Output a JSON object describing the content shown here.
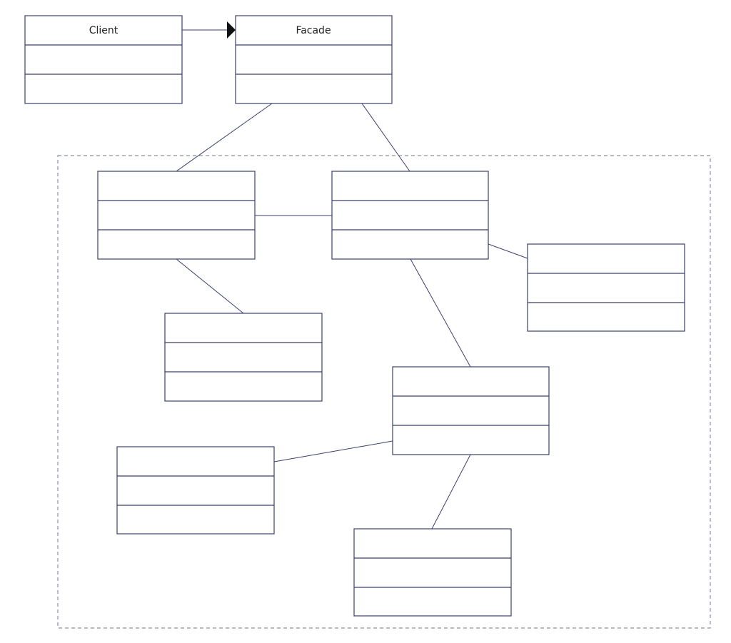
{
  "diagram": {
    "classes": [
      {
        "id": "client",
        "name": "Client"
      },
      {
        "id": "facade",
        "name": "Facade"
      },
      {
        "id": "s1",
        "name": ""
      },
      {
        "id": "s2",
        "name": ""
      },
      {
        "id": "s3",
        "name": ""
      },
      {
        "id": "s4",
        "name": ""
      },
      {
        "id": "s5",
        "name": ""
      },
      {
        "id": "s6",
        "name": ""
      },
      {
        "id": "s7",
        "name": ""
      }
    ],
    "associations": [
      {
        "from": "client",
        "to": "facade",
        "arrow": "filled-triangle"
      },
      {
        "from": "facade",
        "to": "s1"
      },
      {
        "from": "facade",
        "to": "s2"
      },
      {
        "from": "s1",
        "to": "s2"
      },
      {
        "from": "s1",
        "to": "s4"
      },
      {
        "from": "s2",
        "to": "s3"
      },
      {
        "from": "s2",
        "to": "s5"
      },
      {
        "from": "s5",
        "to": "s6"
      },
      {
        "from": "s5",
        "to": "s7"
      }
    ],
    "colors": {
      "stroke": "#3a3f6b",
      "boundary": "#8a8fa8",
      "text": "#222222"
    }
  }
}
